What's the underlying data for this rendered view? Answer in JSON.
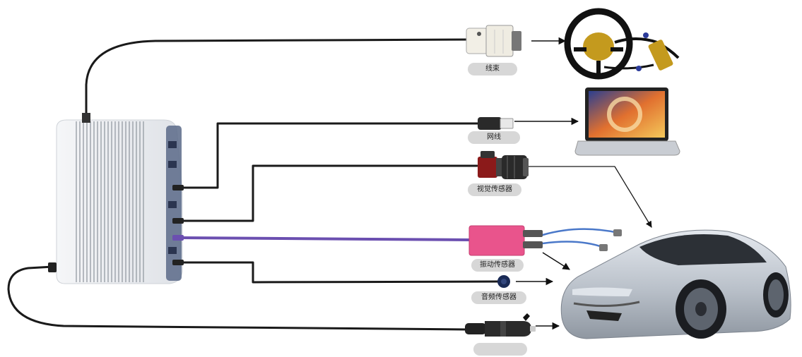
{
  "labels": {
    "wiring_harness": "线束",
    "network_cable": "网线",
    "vision_sensor": "视觉传感器",
    "vibration_sensor": "振动传感器",
    "sound_sensor": "音频传感器",
    "power_adapter": ""
  },
  "colors": {
    "cable": "#1a1a1a",
    "purple_cable": "#6b4fb0",
    "blue_cable": "#4a78c9",
    "pink_box": "#e9548c",
    "case_silver": "#d9dde3",
    "car_body": "#c6ccd4"
  },
  "icons": {
    "main_unit": "industrial-pc-icon",
    "harness": "db-connector-icon",
    "steering": "steering-wheel-icon",
    "rj45": "rj45-connector-icon",
    "laptop": "laptop-icon",
    "camera": "camera-icon",
    "amplifier": "signal-amplifier-icon",
    "microphone": "microphone-icon",
    "car_plug": "car-charger-plug-icon",
    "car": "car-icon"
  }
}
